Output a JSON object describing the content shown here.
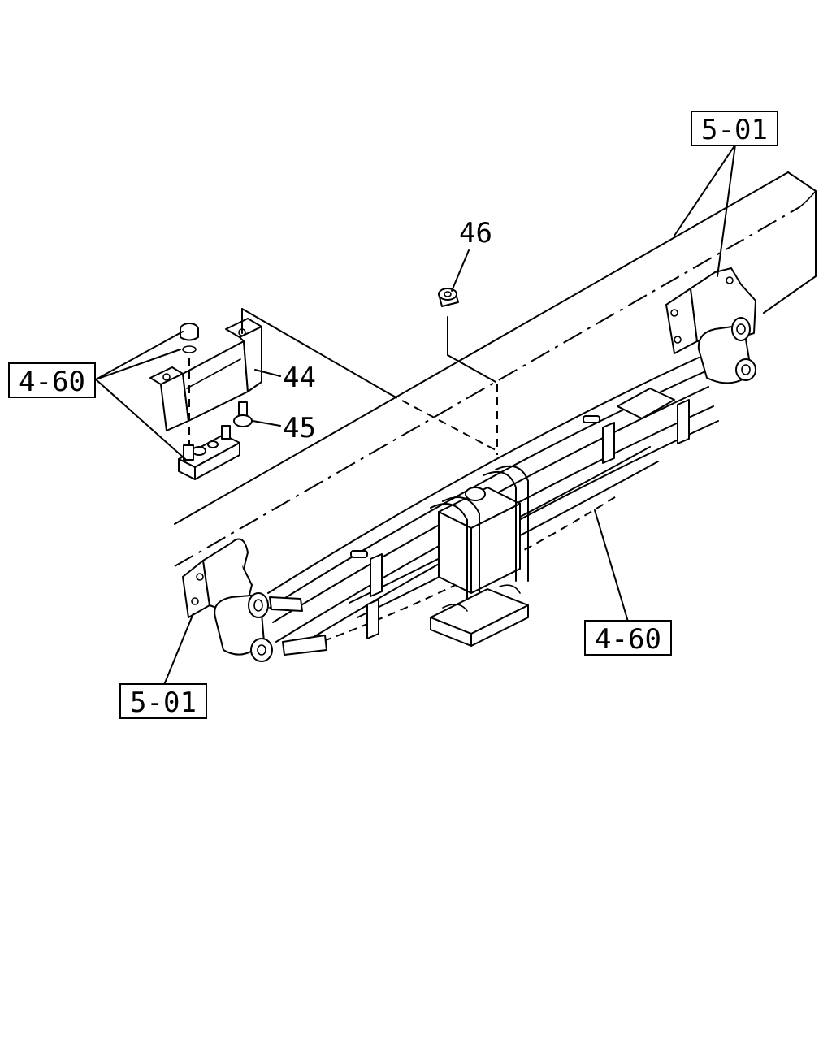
{
  "callouts": {
    "ref_501_top": "5-01",
    "ref_460_left": "4-60",
    "ref_460_bottom": "4-60",
    "ref_501_bottom": "5-01",
    "part_46": "46",
    "part_44": "44",
    "part_45": "45"
  }
}
